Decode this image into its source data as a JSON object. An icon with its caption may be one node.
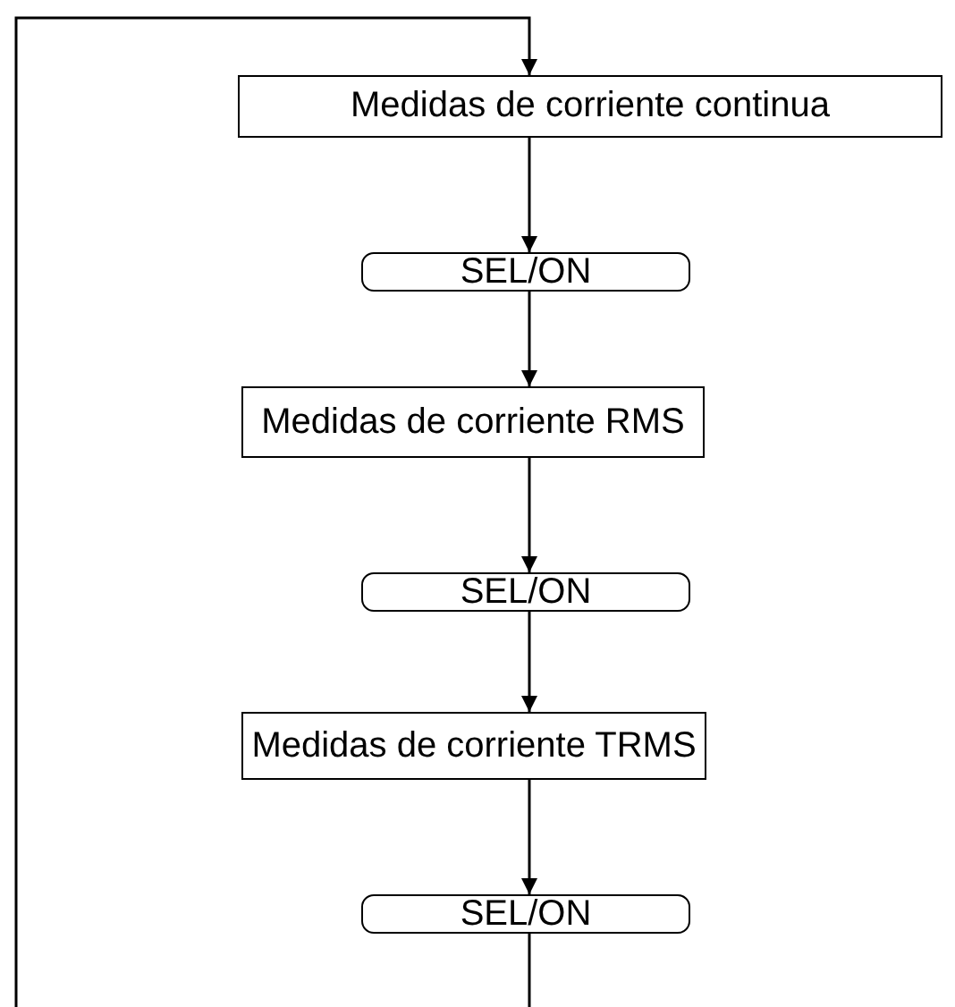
{
  "diagram": {
    "nodes": [
      {
        "text": [
          "Medidas de corriente continua"
        ]
      },
      {
        "text": [
          "SEL/ON"
        ]
      },
      {
        "text": [
          "Medidas de corriente RMS"
        ]
      },
      {
        "text": [
          "SEL/ON"
        ]
      },
      {
        "text": [
          "Medidas de corriente TRMS"
        ]
      },
      {
        "text": [
          "SEL/ON"
        ]
      }
    ],
    "edges": [
      {
        "from": 0,
        "to": 1,
        "arrow": "to"
      },
      {
        "from": 1,
        "to": 2,
        "arrow": "to"
      },
      {
        "from": 2,
        "to": 3,
        "arrow": "to"
      },
      {
        "from": 3,
        "to": 4,
        "arrow": "to"
      },
      {
        "from": 4,
        "to": 5,
        "arrow": "to"
      },
      {
        "from": 5,
        "to": 0,
        "arrow": "to"
      }
    ]
  }
}
